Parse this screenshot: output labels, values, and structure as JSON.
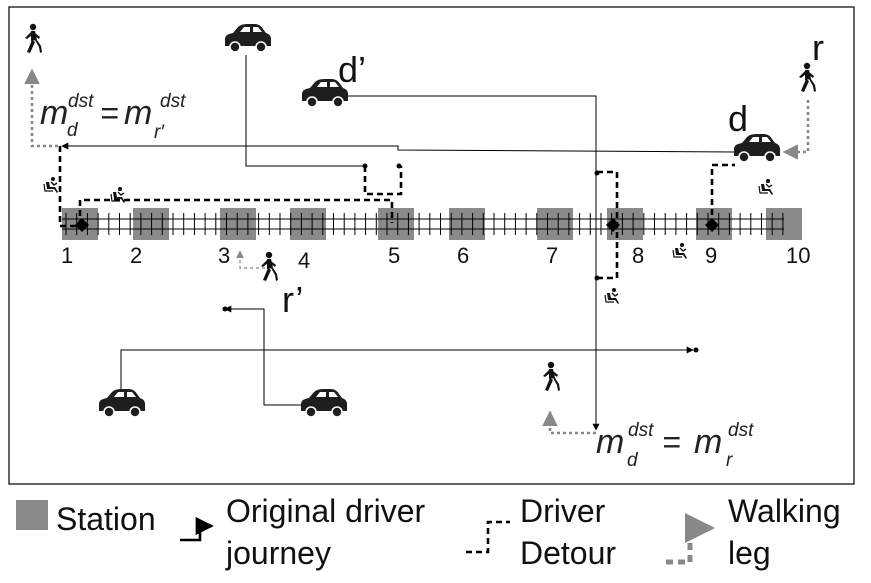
{
  "stations": {
    "labels": [
      "1",
      "2",
      "3",
      "4",
      "5",
      "6",
      "7",
      "8",
      "9",
      "10"
    ]
  },
  "labels": {
    "d_prime": "d’",
    "r_prime": "r’",
    "d": "d",
    "r": "r"
  },
  "formulas": {
    "top_left": {
      "lhs_base": "m",
      "lhs_sup": "dst",
      "lhs_sub": "d",
      "eq": "=",
      "rhs_base": "m",
      "rhs_sup": "dst",
      "rhs_sub": "r′"
    },
    "bottom_right": {
      "lhs_base": "m",
      "lhs_sup": "dst",
      "lhs_sub": "d",
      "eq": "=",
      "rhs_base": "m",
      "rhs_sup": "dst",
      "rhs_sub": "r"
    }
  },
  "legend": {
    "station": "Station",
    "original_line1": "Original driver",
    "original_line2": "journey",
    "detour_line1": "Driver",
    "detour_line2": "Detour",
    "walking_line1": "Walking",
    "walking_line2": "leg"
  },
  "colors": {
    "station_fill": "#8a8a8a",
    "line": "#000000",
    "walking": "#888888"
  },
  "icons": [
    "car-icon",
    "pedestrian-icon",
    "seated-passenger-icon",
    "diamond-marker-icon"
  ]
}
